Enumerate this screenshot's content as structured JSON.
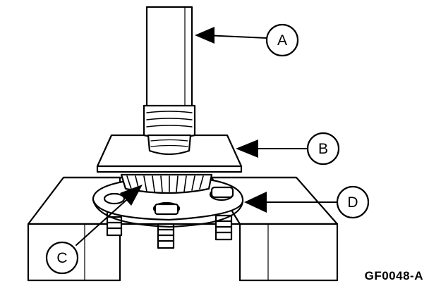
{
  "figure": {
    "id": "GF0048-A"
  },
  "callouts": {
    "a": "A",
    "b": "B",
    "c": "C",
    "d": "D"
  },
  "colors": {
    "ink": "#000000",
    "paper": "#ffffff"
  }
}
